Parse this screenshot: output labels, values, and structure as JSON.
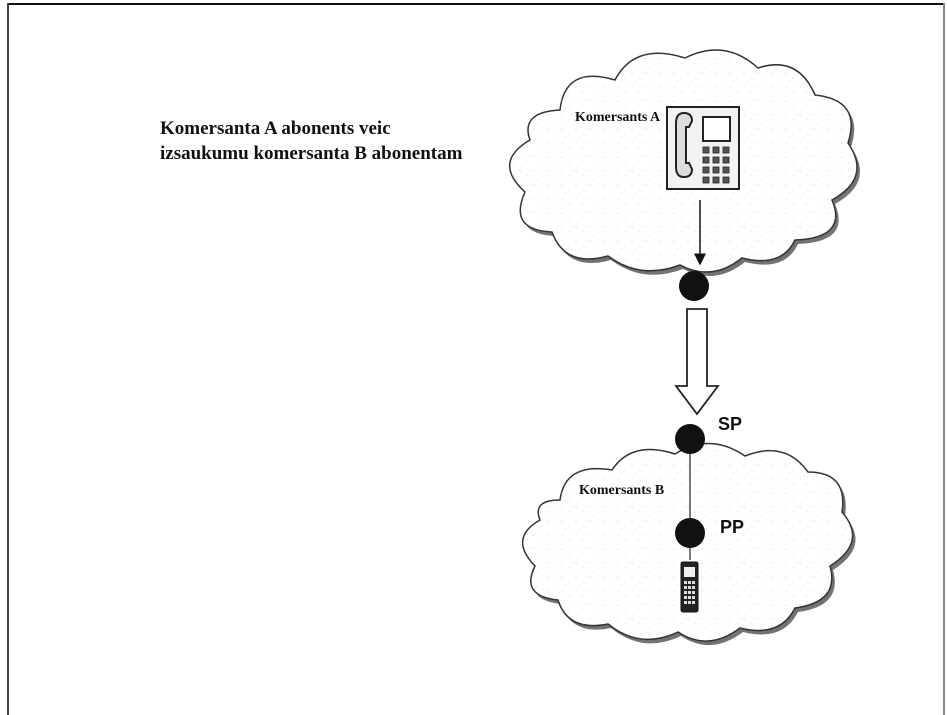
{
  "diagram": {
    "caption": {
      "line1": "Komersanta A abonents veic",
      "line2": "izsaukumu komersanta B abonentam"
    },
    "cloud_a": {
      "label": "Komersants A",
      "icon": "desk-phone-icon"
    },
    "cloud_b": {
      "label": "Komersants B",
      "icon": "mobile-phone-icon"
    },
    "nodes": {
      "sp_label": "SP",
      "pp_label": "PP"
    }
  }
}
